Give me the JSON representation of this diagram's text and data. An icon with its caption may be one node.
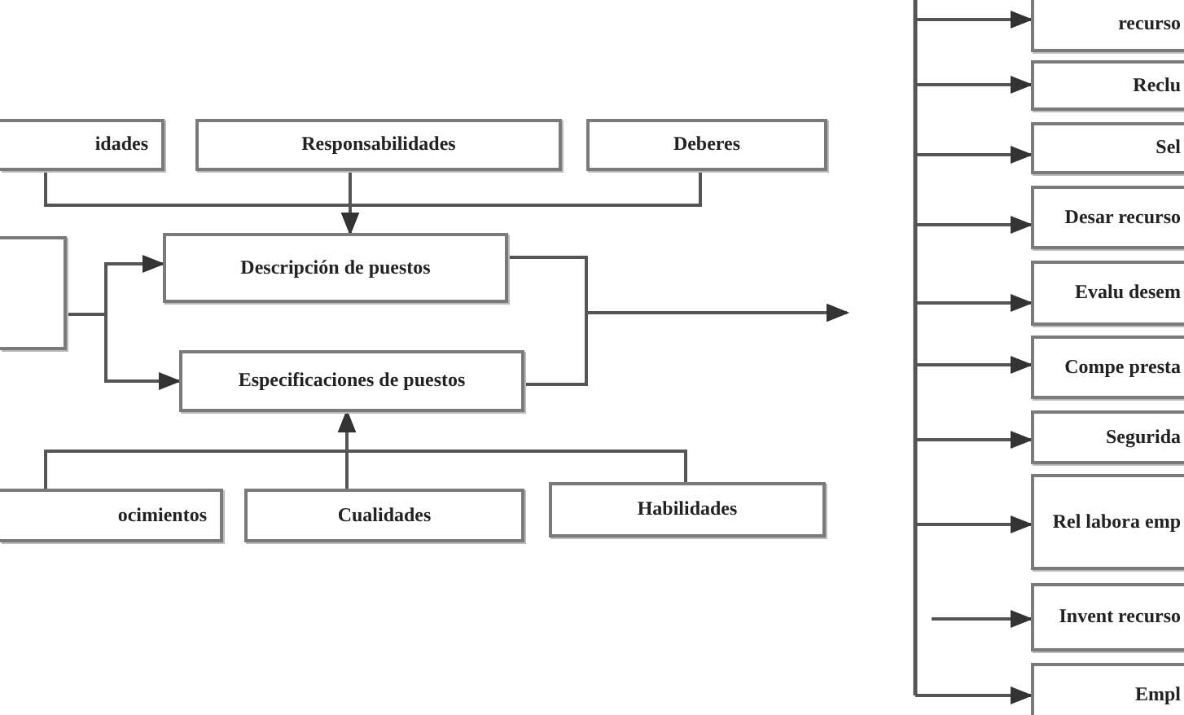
{
  "diagram": {
    "nodes": [
      {
        "text": [
          "idades"
        ]
      },
      {
        "text": [
          "Responsabilidades"
        ]
      },
      {
        "text": [
          "Deberes"
        ]
      },
      {
        "text": [],
        "shape": "box"
      },
      {
        "text": [
          "Descripción de puestos"
        ]
      },
      {
        "text": [
          "Especificaciones de puestos"
        ]
      },
      {
        "text": [
          "ocimientos"
        ]
      },
      {
        "text": [
          "Cualidades"
        ]
      },
      {
        "text": [
          "Habilidades"
        ]
      },
      {
        "text": [
          "recurso"
        ]
      },
      {
        "text": [
          "Reclu"
        ]
      },
      {
        "text": [
          "Sel"
        ]
      },
      {
        "text": [
          "Desar recurso"
        ]
      },
      {
        "text": [
          "Evalu desem"
        ]
      },
      {
        "text": [
          "Compe presta"
        ]
      },
      {
        "text": [
          "Segurida"
        ]
      },
      {
        "text": [
          "Rel labora emp"
        ]
      },
      {
        "text": [
          "Invent recurso"
        ]
      },
      {
        "text": [
          "Empl"
        ]
      }
    ],
    "edges": [
      {
        "from": 0,
        "to": 4,
        "arrow": "to"
      },
      {
        "from": 1,
        "to": 4,
        "arrow": "to"
      },
      {
        "from": 2,
        "to": 4,
        "arrow": "to"
      },
      {
        "from": 3,
        "to": 4,
        "arrow": "to"
      },
      {
        "from": 3,
        "to": 5,
        "arrow": "to"
      },
      {
        "from": 4,
        "to": null,
        "arrow": "to"
      },
      {
        "from": 5,
        "to": null,
        "arrow": "to"
      },
      {
        "from": 6,
        "to": 5,
        "arrow": "to"
      },
      {
        "from": 7,
        "to": 5,
        "arrow": "to"
      },
      {
        "from": 8,
        "to": 5,
        "arrow": "to"
      },
      {
        "from": null,
        "to": 9,
        "arrow": "to"
      },
      {
        "from": null,
        "to": 10,
        "arrow": "to"
      },
      {
        "from": null,
        "to": 11,
        "arrow": "to"
      },
      {
        "from": null,
        "to": 12,
        "arrow": "to"
      },
      {
        "from": null,
        "to": 13,
        "arrow": "to"
      },
      {
        "from": null,
        "to": 14,
        "arrow": "to"
      },
      {
        "from": null,
        "to": 15,
        "arrow": "to"
      },
      {
        "from": null,
        "to": 16,
        "arrow": "to"
      },
      {
        "from": null,
        "to": 17,
        "arrow": "to"
      },
      {
        "from": null,
        "to": 18,
        "arrow": "to"
      }
    ]
  }
}
